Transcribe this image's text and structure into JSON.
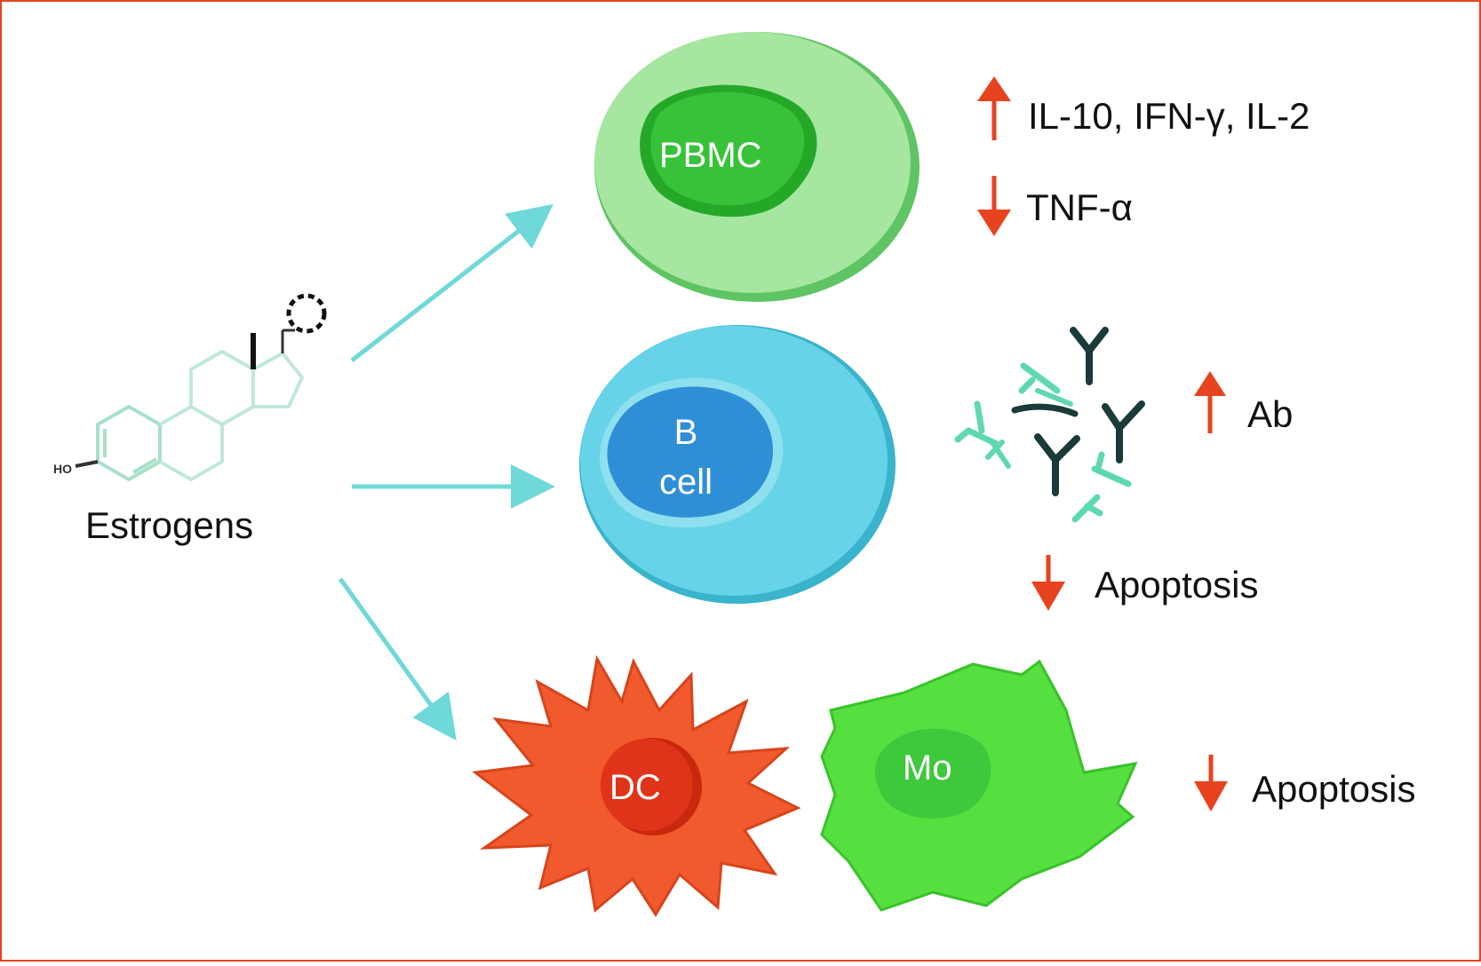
{
  "colors": {
    "border": "#e8431f",
    "arrow": "#6fd8d8",
    "updown_arrow": "#e8431f",
    "pbmc_outer": "#9fe39a",
    "pbmc_nucleus": "#2fb52f",
    "bcell_outer": "#5fd0e6",
    "bcell_nucleus": "#2e8fd8",
    "dc": "#f05a2c",
    "dc_nucleus": "#d42a10",
    "mo": "#55e040",
    "mo_nucleus": "#3bc93a",
    "antibody_dark": "#1b3a3a",
    "antibody_light": "#5fd8b0"
  },
  "labels": {
    "estrogens": "Estrogens",
    "pbmc": "PBMC",
    "bcell_line1": "B",
    "bcell_line2": "cell",
    "dc": "DC",
    "mo": "Mo",
    "pbmc_up": "IL-10, IFN-γ, IL-2",
    "pbmc_down": "TNF-α",
    "bcell_up": "Ab",
    "bcell_down": "Apoptosis",
    "dcmo_down": "Apoptosis",
    "molecule_group": "HO"
  }
}
